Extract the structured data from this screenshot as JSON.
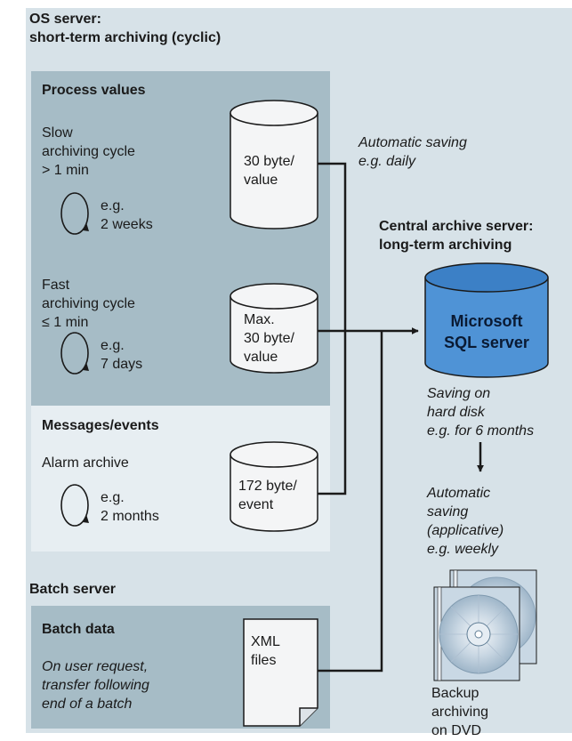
{
  "diagram": {
    "os_server": {
      "title": "OS server:\nshort-term archiving (cyclic)"
    },
    "process_values": {
      "title": "Process values",
      "slow_cycle": {
        "label": "Slow\narchiving cycle\n> 1 min",
        "retention": "e.g.\n2 weeks",
        "storage": "30 byte/\nvalue"
      },
      "fast_cycle": {
        "label": "Fast\narchiving cycle\n≤ 1 min",
        "retention": "e.g.\n7 days",
        "storage": "Max.\n30 byte/\nvalue"
      }
    },
    "messages": {
      "title": "Messages/events",
      "label": "Alarm archive",
      "retention": "e.g.\n2 months",
      "storage": "172 byte/\nevent"
    },
    "automatic_saving_daily": "Automatic saving\ne.g. daily",
    "central_server": {
      "title": "Central archive server:\nlong-term archiving",
      "database": "Microsoft\nSQL server",
      "saving_note": "Saving on\nhard disk\ne.g. for 6 months",
      "automatic_saving_weekly": "Automatic\nsaving\n(applicative)\ne.g. weekly",
      "backup": "Backup\narchiving\non DVD"
    },
    "batch_server": {
      "title": "Batch server",
      "batch_data_title": "Batch data",
      "batch_data_note": "On user request,\ntransfer following\nend of a batch",
      "xml_files": "XML\nfiles"
    },
    "colors": {
      "outer_background": "#d7e2e8",
      "process_panel": "#a6bcc6",
      "messages_panel": "#e7eef2",
      "batch_panel": "#a6bcc6",
      "cylinder_fill": "#f4f5f6",
      "sql_cylinder": "#4f93d6",
      "sql_cylinder_top": "#3c80c6",
      "line": "#1a1a1a"
    }
  }
}
